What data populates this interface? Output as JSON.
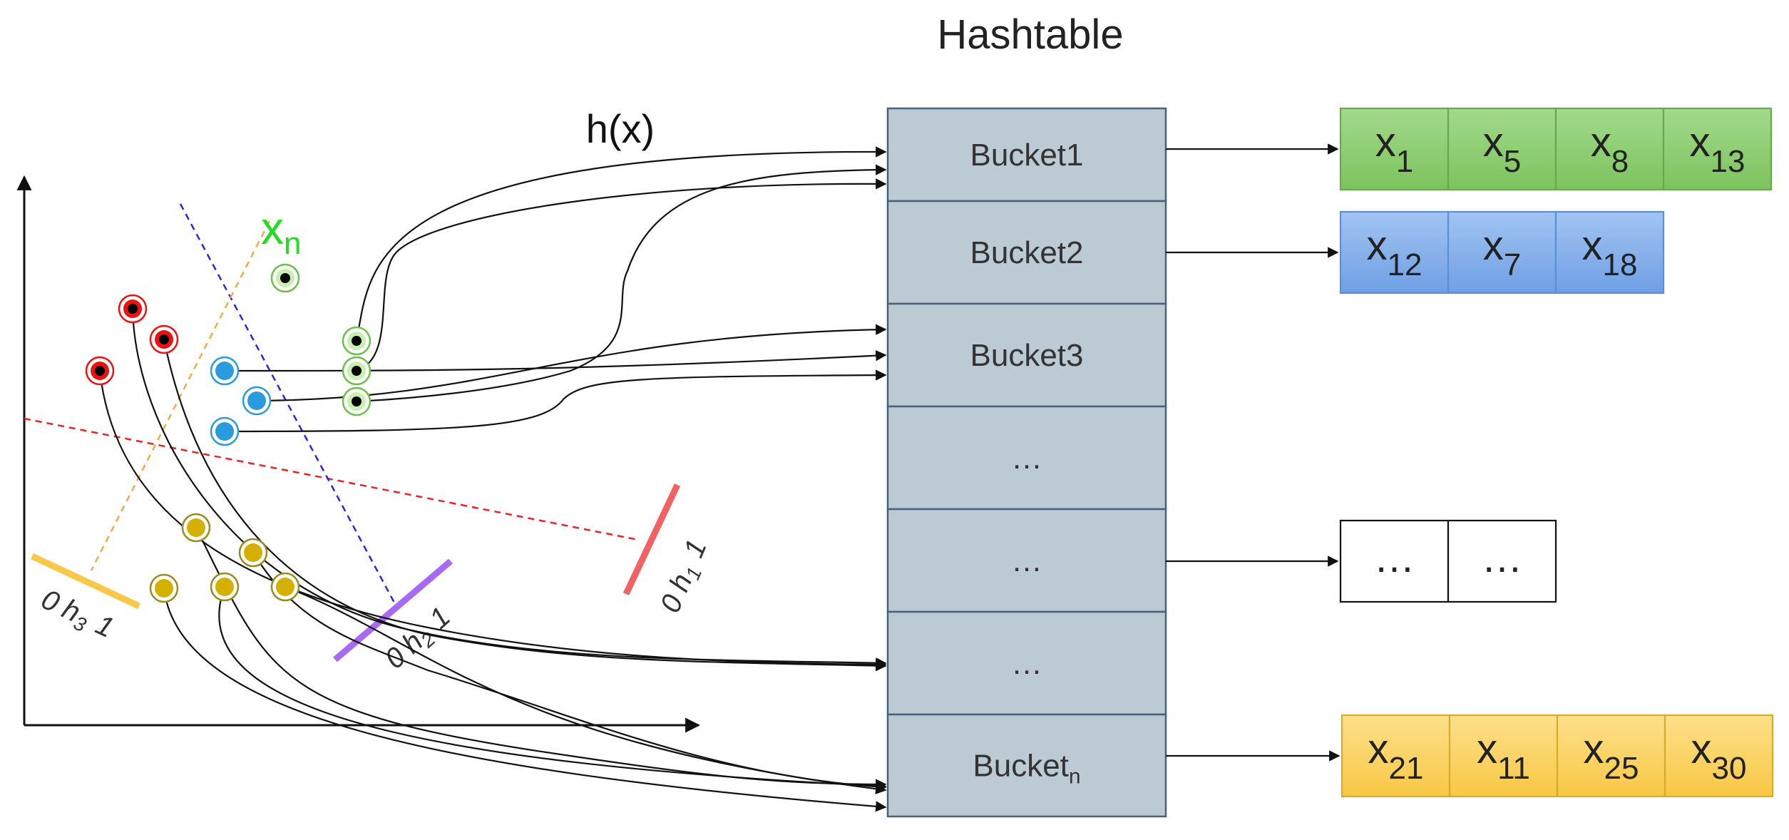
{
  "title": "Hashtable",
  "hash_label": "h(x)",
  "point_label": {
    "base": "x",
    "sub": "n"
  },
  "hyperplane_labels": [
    {
      "id": "h3",
      "zero": "0",
      "name": "h",
      "sub": "3",
      "one": "1"
    },
    {
      "id": "h2",
      "zero": "0",
      "name": "h",
      "sub": "2",
      "one": "1"
    },
    {
      "id": "h1",
      "zero": "0",
      "name": "h",
      "sub": "1",
      "one": "1"
    }
  ],
  "buckets": [
    {
      "label": "Bucket1",
      "sub": ""
    },
    {
      "label": "Bucket2",
      "sub": ""
    },
    {
      "label": "Bucket3",
      "sub": ""
    },
    {
      "label": "…",
      "sub": ""
    },
    {
      "label": "…",
      "sub": ""
    },
    {
      "label": "…",
      "sub": ""
    },
    {
      "label": "Bucket",
      "sub": "n"
    }
  ],
  "chains": [
    {
      "bucket": 0,
      "color": "green",
      "items": [
        {
          "base": "x",
          "sub": "1"
        },
        {
          "base": "x",
          "sub": "5"
        },
        {
          "base": "x",
          "sub": "8"
        },
        {
          "base": "x",
          "sub": "13"
        }
      ]
    },
    {
      "bucket": 1,
      "color": "blue",
      "items": [
        {
          "base": "x",
          "sub": "12"
        },
        {
          "base": "x",
          "sub": "7"
        },
        {
          "base": "x",
          "sub": "18"
        }
      ]
    },
    {
      "bucket": 4,
      "color": "white",
      "items": [
        {
          "base": "…",
          "sub": ""
        },
        {
          "base": "…",
          "sub": ""
        }
      ]
    },
    {
      "bucket": 6,
      "color": "yellow",
      "items": [
        {
          "base": "x",
          "sub": "21"
        },
        {
          "base": "x",
          "sub": "11"
        },
        {
          "base": "x",
          "sub": "25"
        },
        {
          "base": "x",
          "sub": "30"
        }
      ]
    }
  ],
  "colors": {
    "bucket_fill": "#bccad4",
    "bucket_stroke": "#4a6178",
    "green_fill": "#8fcf74",
    "green_stroke": "#6aa84f",
    "blue_fill": "#86b1ec",
    "blue_stroke": "#5b8fd6",
    "yellow_fill": "#fbd56b",
    "yellow_stroke": "#d6ac2e",
    "point_red": "#ee1111",
    "point_blue": "#2b9be0",
    "point_green": "#a6e08f",
    "point_yellow": "#d4b000",
    "hyperplane_red": "#f26262",
    "hyperplane_purple": "#a86af2",
    "hyperplane_yellow": "#f7c84a"
  }
}
